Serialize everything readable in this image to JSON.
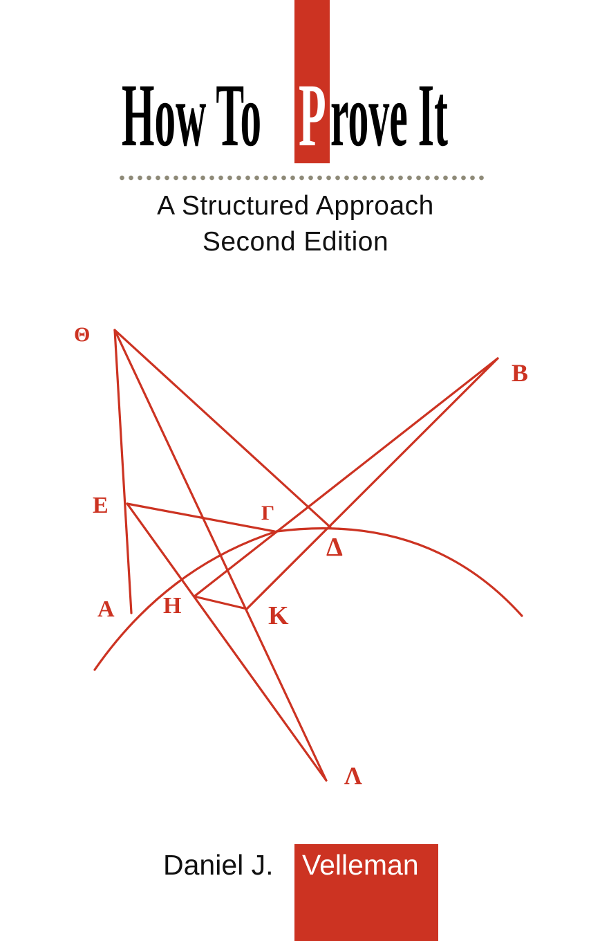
{
  "cover": {
    "title_left": "How To ",
    "title_letter": "P",
    "title_right": "rove It",
    "subtitle_line1": "A Structured Approach",
    "subtitle_line2": "Second Edition",
    "author_first": "Daniel J.",
    "author_last": "Velleman"
  },
  "diagram": {
    "labels": {
      "theta": "Θ",
      "b": "B",
      "e": "E",
      "gamma": "Γ",
      "delta": "Δ",
      "a": "A",
      "h": "H",
      "k": "K",
      "lambda": "Λ"
    }
  },
  "colors": {
    "accent": "#cc3322",
    "dots": "#8e8a78",
    "text": "#111111",
    "background": "#ffffff"
  }
}
